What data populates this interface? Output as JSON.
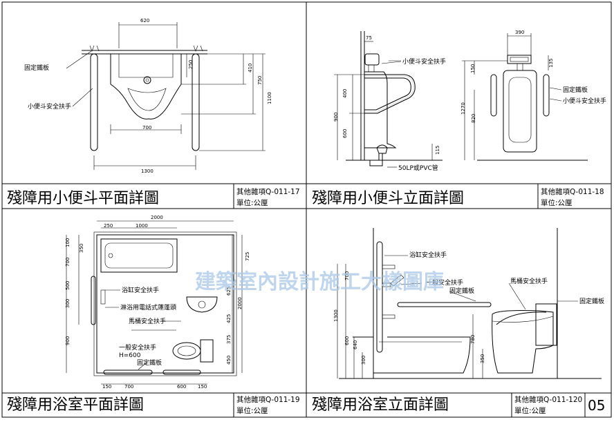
{
  "page_number": "05",
  "watermark": "建築室內設計施工大樣圖庫",
  "panels": [
    {
      "title": "殘障用小便斗平面詳圖",
      "ref": "其他雜項Q-011-17",
      "unit": "單位:公厘",
      "notes": [
        "固定鐵板",
        "小便斗安全扶手"
      ],
      "dims": [
        "620",
        "250",
        "410",
        "750",
        "1100",
        "700",
        "1300"
      ]
    },
    {
      "title": "殘障用小便斗立面詳圖",
      "ref": "其他雜項Q-011-18",
      "unit": "單位:公厘",
      "notes": [
        "小便斗安全扶手",
        "50LP或PVC管",
        "固定鐵板",
        "小便斗安全扶手"
      ],
      "dims": [
        "75",
        "400",
        "900",
        "600",
        "115",
        "390",
        "150",
        "135",
        "1270",
        "820"
      ]
    },
    {
      "title": "殘障用浴室平面詳圖",
      "ref": "其他雜項Q-011-19",
      "unit": "單位:公厘",
      "notes": [
        "浴缸安全扶手",
        "淋浴用電話式蓮蓬頭",
        "馬桶安全扶手",
        "一般安全扶手",
        "H=600",
        "固定鐵板"
      ],
      "dims": [
        "2000",
        "250",
        "1000",
        "100",
        "350",
        "700",
        "500",
        "300",
        "900",
        "725",
        "625",
        "425",
        "2000",
        "375",
        "450",
        "150",
        "700",
        "600",
        "150"
      ]
    },
    {
      "title": "殘障用浴室立面詳圖",
      "ref": "其他雜項Q-011-120",
      "unit": "單位:公厘",
      "notes": [
        "浴缸安全扶手",
        "一般安全扶手",
        "固定鐵板",
        "馬桶安全扶手",
        "固定鐵板"
      ],
      "dims": [
        "700",
        "1300",
        "600",
        "640",
        "300",
        "780",
        "350"
      ]
    }
  ]
}
